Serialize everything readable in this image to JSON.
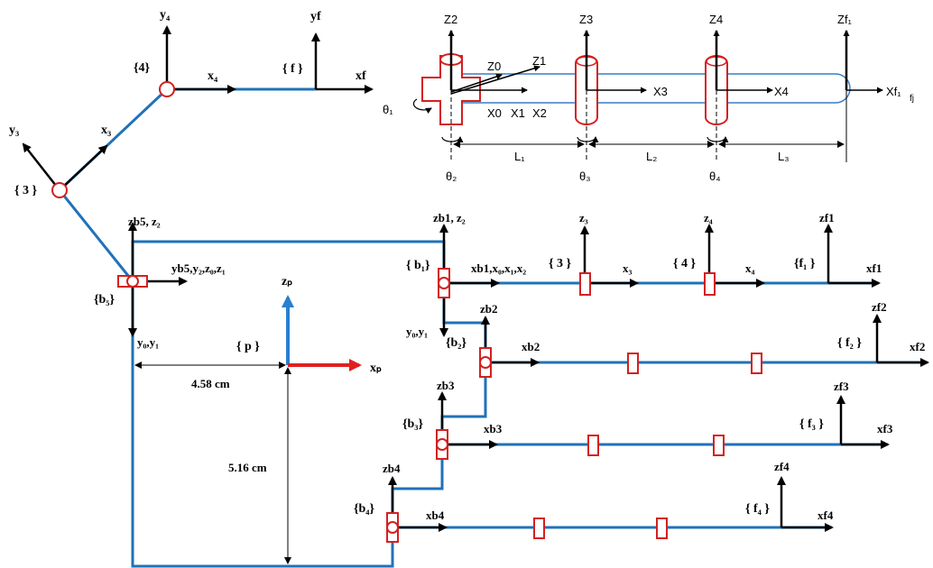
{
  "labels": {
    "y4": "y₄",
    "brace4_top": "{4}",
    "x4_top": "x₄",
    "yf": "yf",
    "bracef": "{ f }",
    "xf": "xf",
    "y3": "y₃",
    "x3_left": "x₃",
    "brace3_left": "{ 3 }",
    "zb5": "zb5, z₂",
    "yb5": "yb5,y₂,z₀,z₁",
    "braceb5": "{b₅}",
    "y0y1_left": "y₀,y₁",
    "zp": "zₚ",
    "bracep": "{ p }",
    "xp": "xₚ",
    "dim_h": "4.58 cm",
    "dim_v": "5.16 cm",
    "zb1": "zb1, z₂",
    "braceb1": "{ b₁}",
    "xb1": "xb1,x₀,x₁,x₂",
    "brace3_mid": "{ 3 }",
    "z3_mid": "z₃",
    "x3_mid": "x₃",
    "z4_mid": "z₄",
    "brace4_mid": "{ 4 }",
    "x4_mid": "x₄",
    "zf1": "zf1",
    "bracef1": "{f₁ }",
    "xf1": "xf1",
    "y0y1_mid": "y₀,y₁",
    "zb2": "zb2",
    "braceb2": "{b₂}",
    "xb2": "xb2",
    "zf2": "zf2",
    "bracef2": "{ f₂ }",
    "xf2": "xf2",
    "zb3": "zb3",
    "braceb3": "{b₃}",
    "xb3": "xb3",
    "zf3": "zf3",
    "bracef3": "{ f₃ }",
    "xf3": "xf3",
    "zb4": "zb4",
    "braceb4": "{b₄}",
    "xb4": "xb4",
    "zf4": "zf4",
    "bracef4": "{ f₄ }",
    "xf4": "xf4",
    "inset_z2": "Z2",
    "inset_z3": "Z3",
    "inset_z4": "Z4",
    "inset_zf1": "Zf₁",
    "inset_z0": "Z0",
    "inset_z1": "Z1",
    "inset_x0": "X0",
    "inset_x1": "X1",
    "inset_x2": "X2",
    "inset_x3": "X3",
    "inset_x4": "X4",
    "inset_xf1": "Xf₁",
    "inset_fj": "fj",
    "inset_theta1": "θ₁",
    "inset_theta2": "θ₂",
    "inset_theta3": "θ₃",
    "inset_theta4": "θ₄",
    "inset_L1": "L₁",
    "inset_L2": "L₂",
    "inset_L3": "L₃"
  },
  "colors": {
    "link": "#1f72b8",
    "joint": "#d42020",
    "axis": "#000000",
    "platform_x": "#e02020",
    "platform_z": "#2a7fd0"
  }
}
